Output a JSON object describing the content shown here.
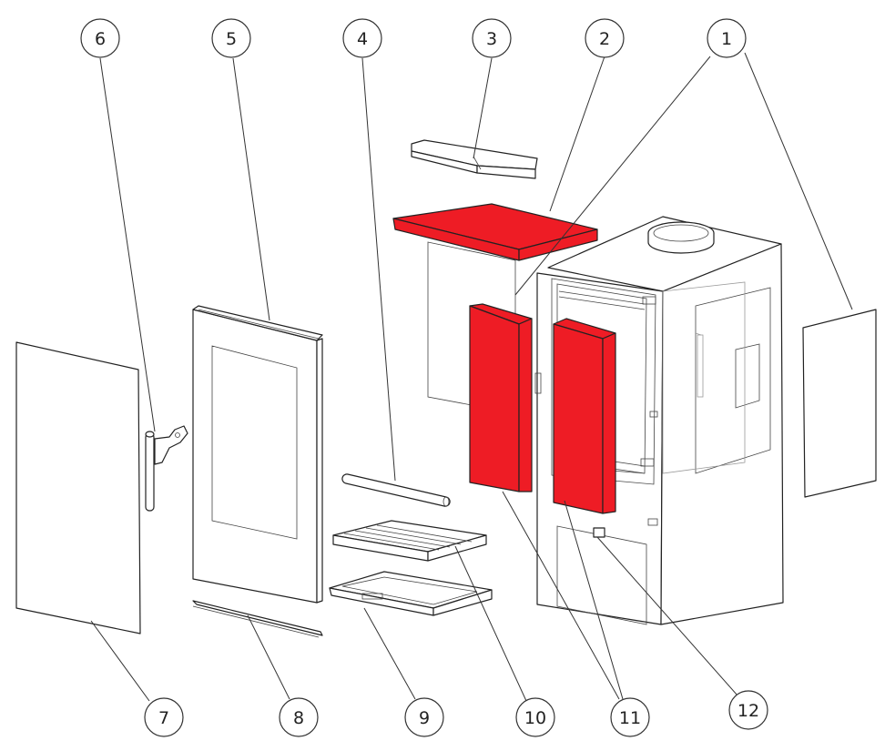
{
  "colors": {
    "refractory": "#ee1c25",
    "line": "#222222",
    "background": "#ffffff"
  },
  "callouts": [
    {
      "id": "1",
      "label": "1"
    },
    {
      "id": "2",
      "label": "2"
    },
    {
      "id": "3",
      "label": "3"
    },
    {
      "id": "4",
      "label": "4"
    },
    {
      "id": "5",
      "label": "5"
    },
    {
      "id": "6",
      "label": "6"
    },
    {
      "id": "7",
      "label": "7"
    },
    {
      "id": "8",
      "label": "8"
    },
    {
      "id": "9",
      "label": "9"
    },
    {
      "id": "10",
      "label": "10"
    },
    {
      "id": "11",
      "label": "11"
    },
    {
      "id": "12",
      "label": "12"
    }
  ]
}
